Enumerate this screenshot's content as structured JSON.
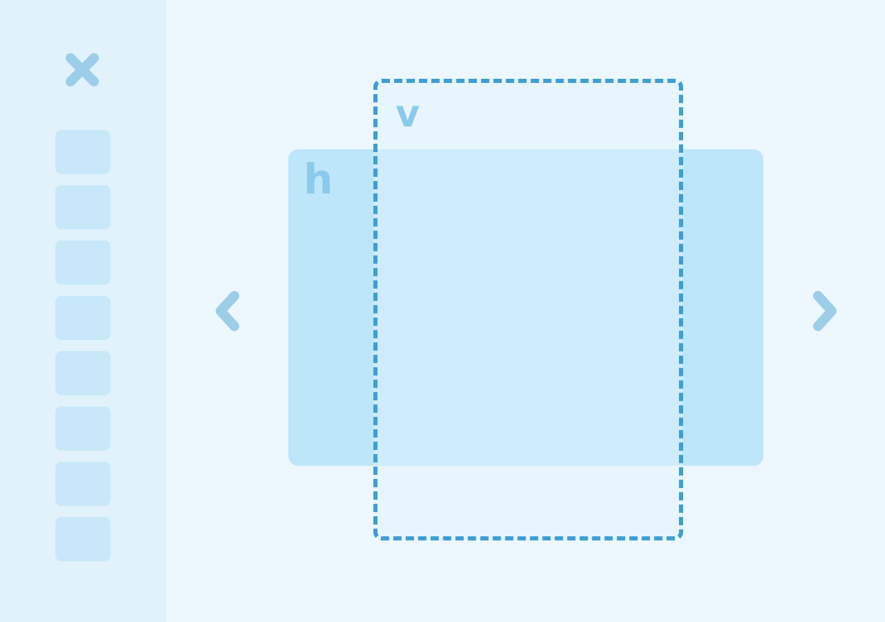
{
  "colors": {
    "background": "#ecf7fe",
    "sidebar": "#e1f2fc",
    "thumbnail": "#c8e8f9",
    "icon": "#9ccde9",
    "panel_h": "#bee6fa",
    "panel_v_border": "#3e9ed2",
    "label": "#8bcaec"
  },
  "sidebar": {
    "close_icon": "close-icon",
    "thumbnails": [
      {
        "id": "thumb-1"
      },
      {
        "id": "thumb-2"
      },
      {
        "id": "thumb-3"
      },
      {
        "id": "thumb-4"
      },
      {
        "id": "thumb-5"
      },
      {
        "id": "thumb-6"
      },
      {
        "id": "thumb-7"
      },
      {
        "id": "thumb-8"
      }
    ]
  },
  "stage": {
    "prev_icon": "chevron-left-icon",
    "next_icon": "chevron-right-icon",
    "panel_h_label": "h",
    "panel_v_label": "v"
  }
}
